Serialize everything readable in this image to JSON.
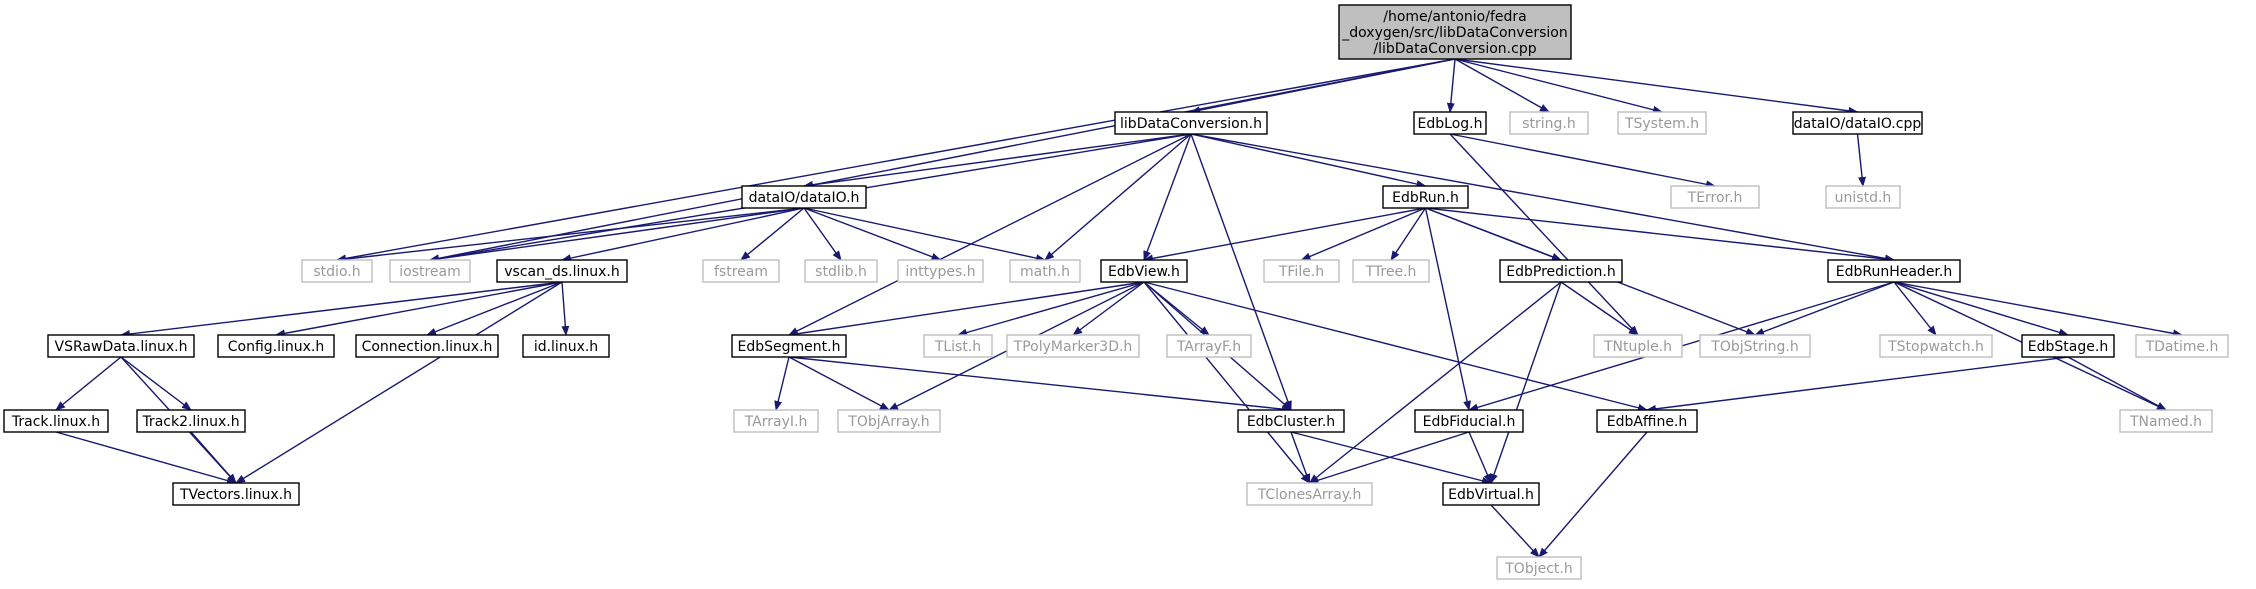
{
  "colors": {
    "root_fill": "#bfbfbf",
    "doc_border": "#000000",
    "ext_border": "#bfbfbf",
    "doc_text": "#000000",
    "ext_text": "#9a9a9a",
    "edge": "#191970"
  },
  "nodes": [
    {
      "id": "root",
      "kind": "root",
      "lines": [
        "/home/antonio/fedra",
        "_doxygen/src/libDataConversion",
        "/libDataConversion.cpp"
      ]
    },
    {
      "id": "libDataConversion_h",
      "kind": "doc",
      "lines": [
        "libDataConversion.h"
      ]
    },
    {
      "id": "EdbLog_h",
      "kind": "doc",
      "lines": [
        "EdbLog.h"
      ]
    },
    {
      "id": "string_h",
      "kind": "ext",
      "lines": [
        "string.h"
      ]
    },
    {
      "id": "TSystem_h",
      "kind": "ext",
      "lines": [
        "TSystem.h"
      ]
    },
    {
      "id": "dataIO_cpp",
      "kind": "doc",
      "lines": [
        "dataIO/dataIO.cpp"
      ]
    },
    {
      "id": "dataIO_h",
      "kind": "doc",
      "lines": [
        "dataIO/dataIO.h"
      ]
    },
    {
      "id": "EdbRun_h",
      "kind": "doc",
      "lines": [
        "EdbRun.h"
      ]
    },
    {
      "id": "TError_h",
      "kind": "ext",
      "lines": [
        "TError.h"
      ]
    },
    {
      "id": "unistd_h",
      "kind": "ext",
      "lines": [
        "unistd.h"
      ]
    },
    {
      "id": "stdio_h",
      "kind": "ext",
      "lines": [
        "stdio.h"
      ]
    },
    {
      "id": "iostream",
      "kind": "ext",
      "lines": [
        "iostream"
      ]
    },
    {
      "id": "vscan_ds",
      "kind": "doc",
      "lines": [
        "vscan_ds.linux.h"
      ]
    },
    {
      "id": "fstream",
      "kind": "ext",
      "lines": [
        "fstream"
      ]
    },
    {
      "id": "stdlib_h",
      "kind": "ext",
      "lines": [
        "stdlib.h"
      ]
    },
    {
      "id": "inttypes_h",
      "kind": "ext",
      "lines": [
        "inttypes.h"
      ]
    },
    {
      "id": "math_h",
      "kind": "ext",
      "lines": [
        "math.h"
      ]
    },
    {
      "id": "EdbView_h",
      "kind": "doc",
      "lines": [
        "EdbView.h"
      ]
    },
    {
      "id": "TFile_h",
      "kind": "ext",
      "lines": [
        "TFile.h"
      ]
    },
    {
      "id": "TTree_h",
      "kind": "ext",
      "lines": [
        "TTree.h"
      ]
    },
    {
      "id": "EdbPrediction_h",
      "kind": "doc",
      "lines": [
        "EdbPrediction.h"
      ]
    },
    {
      "id": "EdbRunHeader_h",
      "kind": "doc",
      "lines": [
        "EdbRunHeader.h"
      ]
    },
    {
      "id": "VSRawData",
      "kind": "doc",
      "lines": [
        "VSRawData.linux.h"
      ]
    },
    {
      "id": "Config_h",
      "kind": "doc",
      "lines": [
        "Config.linux.h"
      ]
    },
    {
      "id": "Connection_h",
      "kind": "doc",
      "lines": [
        "Connection.linux.h"
      ]
    },
    {
      "id": "id_h",
      "kind": "doc",
      "lines": [
        "id.linux.h"
      ]
    },
    {
      "id": "EdbSegment_h",
      "kind": "doc",
      "lines": [
        "EdbSegment.h"
      ]
    },
    {
      "id": "TList_h",
      "kind": "ext",
      "lines": [
        "TList.h"
      ]
    },
    {
      "id": "TPolyMarker3D_h",
      "kind": "ext",
      "lines": [
        "TPolyMarker3D.h"
      ]
    },
    {
      "id": "TArrayF_h",
      "kind": "ext",
      "lines": [
        "TArrayF.h"
      ]
    },
    {
      "id": "TNtuple_h",
      "kind": "ext",
      "lines": [
        "TNtuple.h"
      ]
    },
    {
      "id": "TObjString_h",
      "kind": "ext",
      "lines": [
        "TObjString.h"
      ]
    },
    {
      "id": "TStopwatch_h",
      "kind": "ext",
      "lines": [
        "TStopwatch.h"
      ]
    },
    {
      "id": "EdbStage_h",
      "kind": "doc",
      "lines": [
        "EdbStage.h"
      ]
    },
    {
      "id": "TDatime_h",
      "kind": "ext",
      "lines": [
        "TDatime.h"
      ]
    },
    {
      "id": "Track_h",
      "kind": "doc",
      "lines": [
        "Track.linux.h"
      ]
    },
    {
      "id": "Track2_h",
      "kind": "doc",
      "lines": [
        "Track2.linux.h"
      ]
    },
    {
      "id": "TArrayI_h",
      "kind": "ext",
      "lines": [
        "TArrayI.h"
      ]
    },
    {
      "id": "TObjArray_h",
      "kind": "ext",
      "lines": [
        "TObjArray.h"
      ]
    },
    {
      "id": "EdbCluster_h",
      "kind": "doc",
      "lines": [
        "EdbCluster.h"
      ]
    },
    {
      "id": "EdbFiducial_h",
      "kind": "doc",
      "lines": [
        "EdbFiducial.h"
      ]
    },
    {
      "id": "EdbAffine_h",
      "kind": "doc",
      "lines": [
        "EdbAffine.h"
      ]
    },
    {
      "id": "TNamed_h",
      "kind": "ext",
      "lines": [
        "TNamed.h"
      ]
    },
    {
      "id": "TVectors_h",
      "kind": "doc",
      "lines": [
        "TVectors.linux.h"
      ]
    },
    {
      "id": "TClonesArray_h",
      "kind": "ext",
      "lines": [
        "TClonesArray.h"
      ]
    },
    {
      "id": "EdbVirtual_h",
      "kind": "doc",
      "lines": [
        "EdbVirtual.h"
      ]
    },
    {
      "id": "TObject_h",
      "kind": "ext",
      "lines": [
        "TObject.h"
      ]
    }
  ],
  "edges": [
    [
      "root",
      "libDataConversion_h"
    ],
    [
      "root",
      "EdbLog_h"
    ],
    [
      "root",
      "string_h"
    ],
    [
      "root",
      "TSystem_h"
    ],
    [
      "root",
      "dataIO_cpp"
    ],
    [
      "root",
      "stdio_h"
    ],
    [
      "root",
      "iostream"
    ],
    [
      "libDataConversion_h",
      "dataIO_h"
    ],
    [
      "libDataConversion_h",
      "EdbRun_h"
    ],
    [
      "libDataConversion_h",
      "iostream"
    ],
    [
      "libDataConversion_h",
      "math_h"
    ],
    [
      "libDataConversion_h",
      "EdbView_h"
    ],
    [
      "libDataConversion_h",
      "EdbSegment_h"
    ],
    [
      "libDataConversion_h",
      "EdbCluster_h"
    ],
    [
      "libDataConversion_h",
      "EdbRunHeader_h"
    ],
    [
      "EdbLog_h",
      "TError_h"
    ],
    [
      "EdbLog_h",
      "TNtuple_h"
    ],
    [
      "dataIO_cpp",
      "unistd_h"
    ],
    [
      "dataIO_h",
      "stdio_h"
    ],
    [
      "dataIO_h",
      "iostream"
    ],
    [
      "dataIO_h",
      "vscan_ds"
    ],
    [
      "dataIO_h",
      "fstream"
    ],
    [
      "dataIO_h",
      "stdlib_h"
    ],
    [
      "dataIO_h",
      "inttypes_h"
    ],
    [
      "dataIO_h",
      "math_h"
    ],
    [
      "vscan_ds",
      "VSRawData"
    ],
    [
      "vscan_ds",
      "Config_h"
    ],
    [
      "vscan_ds",
      "Connection_h"
    ],
    [
      "vscan_ds",
      "id_h"
    ],
    [
      "vscan_ds",
      "TVectors_h"
    ],
    [
      "VSRawData",
      "Track_h"
    ],
    [
      "VSRawData",
      "Track2_h"
    ],
    [
      "VSRawData",
      "TVectors_h"
    ],
    [
      "Track_h",
      "TVectors_h"
    ],
    [
      "Track2_h",
      "TVectors_h"
    ],
    [
      "EdbRun_h",
      "EdbView_h"
    ],
    [
      "EdbRun_h",
      "TFile_h"
    ],
    [
      "EdbRun_h",
      "TTree_h"
    ],
    [
      "EdbRun_h",
      "EdbPrediction_h"
    ],
    [
      "EdbRun_h",
      "EdbRunHeader_h"
    ],
    [
      "EdbRun_h",
      "EdbFiducial_h"
    ],
    [
      "EdbRun_h",
      "TObjString_h"
    ],
    [
      "EdbView_h",
      "EdbSegment_h"
    ],
    [
      "EdbView_h",
      "TList_h"
    ],
    [
      "EdbView_h",
      "TPolyMarker3D_h"
    ],
    [
      "EdbView_h",
      "TArrayF_h"
    ],
    [
      "EdbView_h",
      "EdbCluster_h"
    ],
    [
      "EdbView_h",
      "TObjArray_h"
    ],
    [
      "EdbView_h",
      "EdbAffine_h"
    ],
    [
      "EdbView_h",
      "TClonesArray_h"
    ],
    [
      "EdbSegment_h",
      "TArrayI_h"
    ],
    [
      "EdbSegment_h",
      "TObjArray_h"
    ],
    [
      "EdbSegment_h",
      "EdbCluster_h"
    ],
    [
      "EdbCluster_h",
      "TClonesArray_h"
    ],
    [
      "EdbCluster_h",
      "EdbVirtual_h"
    ],
    [
      "EdbPrediction_h",
      "TNtuple_h"
    ],
    [
      "EdbPrediction_h",
      "TClonesArray_h"
    ],
    [
      "EdbPrediction_h",
      "EdbVirtual_h"
    ],
    [
      "EdbRunHeader_h",
      "TObjString_h"
    ],
    [
      "EdbRunHeader_h",
      "TStopwatch_h"
    ],
    [
      "EdbRunHeader_h",
      "EdbStage_h"
    ],
    [
      "EdbRunHeader_h",
      "TDatime_h"
    ],
    [
      "EdbRunHeader_h",
      "TNamed_h"
    ],
    [
      "EdbRunHeader_h",
      "EdbFiducial_h"
    ],
    [
      "EdbStage_h",
      "TNamed_h"
    ],
    [
      "EdbStage_h",
      "EdbAffine_h"
    ],
    [
      "EdbFiducial_h",
      "EdbVirtual_h"
    ],
    [
      "EdbFiducial_h",
      "TClonesArray_h"
    ],
    [
      "EdbVirtual_h",
      "TObject_h"
    ],
    [
      "EdbAffine_h",
      "TObject_h"
    ]
  ]
}
